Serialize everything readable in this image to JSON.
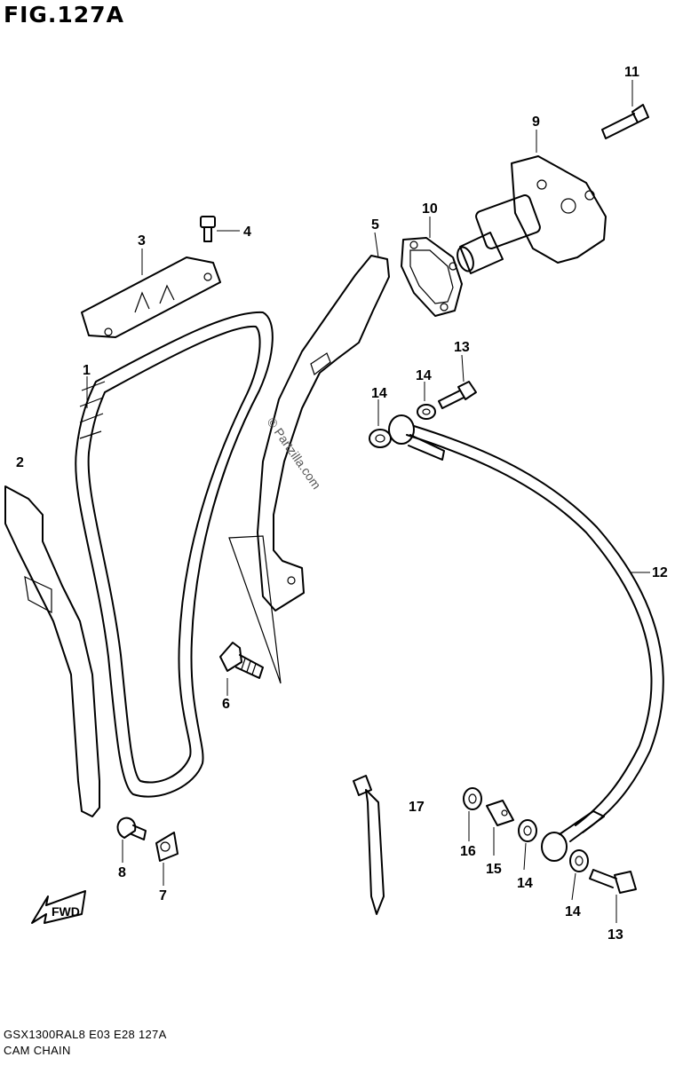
{
  "figure": {
    "title": "FIG.127A",
    "code": "GSX1300RAL8  E03  E28  127A",
    "caption": "CAM CHAIN",
    "watermark": "© Partzilla.com",
    "fwd_label": "FWD"
  },
  "parts": {
    "p1": "1",
    "p2": "2",
    "p3": "3",
    "p4": "4",
    "p5": "5",
    "p6": "6",
    "p7": "7",
    "p8": "8",
    "p9": "9",
    "p10": "10",
    "p11": "11",
    "p12": "12",
    "p13a": "13",
    "p13b": "13",
    "p14a": "14",
    "p14b": "14",
    "p14c": "14",
    "p14d": "14",
    "p15": "15",
    "p16": "16",
    "p17": "17"
  }
}
